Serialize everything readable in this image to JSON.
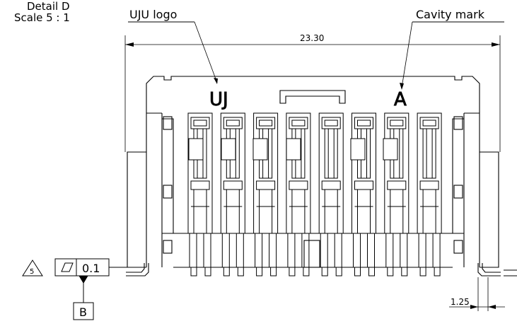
{
  "detail": {
    "title": "Detail D",
    "scale": "Scale 5 : 1"
  },
  "callouts": {
    "logo_label": "UJU logo",
    "logo_text": "UJ",
    "cavity_label": "Cavity mark",
    "cavity_text": "A"
  },
  "dimensions": {
    "overall_width": "23.30",
    "pin_offset": "1.25"
  },
  "tolerance_frame": {
    "note_number": "5",
    "characteristic_icon": "flatness-parallelogram-icon",
    "value": "0.1",
    "datum": "B"
  }
}
